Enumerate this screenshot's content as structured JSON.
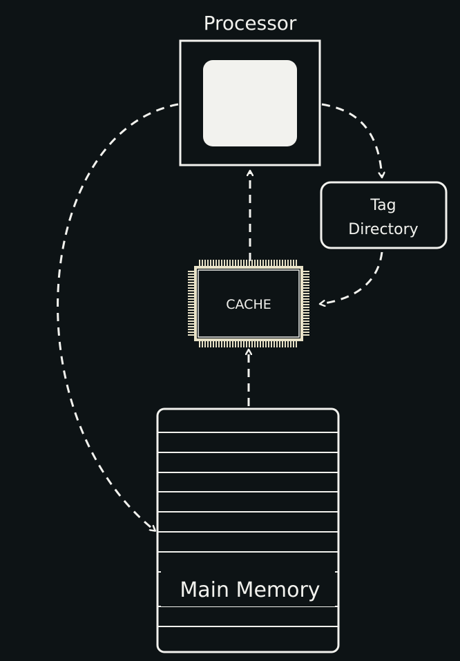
{
  "processor": {
    "label": "Processor"
  },
  "tag_directory": {
    "line1": "Tag",
    "line2": "Directory"
  },
  "cache": {
    "label": "CACHE"
  },
  "main_memory": {
    "label": "Main Memory"
  },
  "colors": {
    "background": "#0d1315",
    "stroke": "#f2f2ee",
    "chip_pins": "#e8e2c8"
  }
}
